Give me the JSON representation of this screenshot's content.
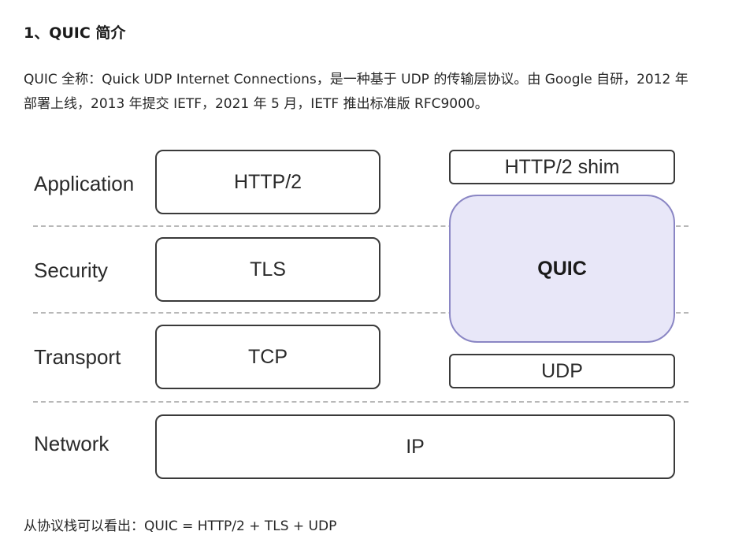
{
  "heading": "1、QUIC 简介",
  "intro": "QUIC 全称：Quick UDP Internet Connections，是一种基于 UDP 的传输层协议。由 Google 自研，2012 年部署上线，2013 年提交 IETF，2021 年 5 月，IETF 推出标准版 RFC9000。",
  "diagram": {
    "layers": [
      "Application",
      "Security",
      "Transport",
      "Network"
    ],
    "left_stack": {
      "application": "HTTP/2",
      "security": "TLS",
      "transport": "TCP"
    },
    "right_stack": {
      "shim": "HTTP/2 shim",
      "quic": "QUIC",
      "udp": "UDP"
    },
    "network": "IP",
    "colors": {
      "quic_fill": "#e8e7f8",
      "quic_border": "#8a86c4",
      "box_border": "#3a3a3a",
      "divider": "#b8b8b8"
    }
  },
  "footer": "从协议栈可以看出：QUIC = HTTP/2 + TLS + UDP"
}
